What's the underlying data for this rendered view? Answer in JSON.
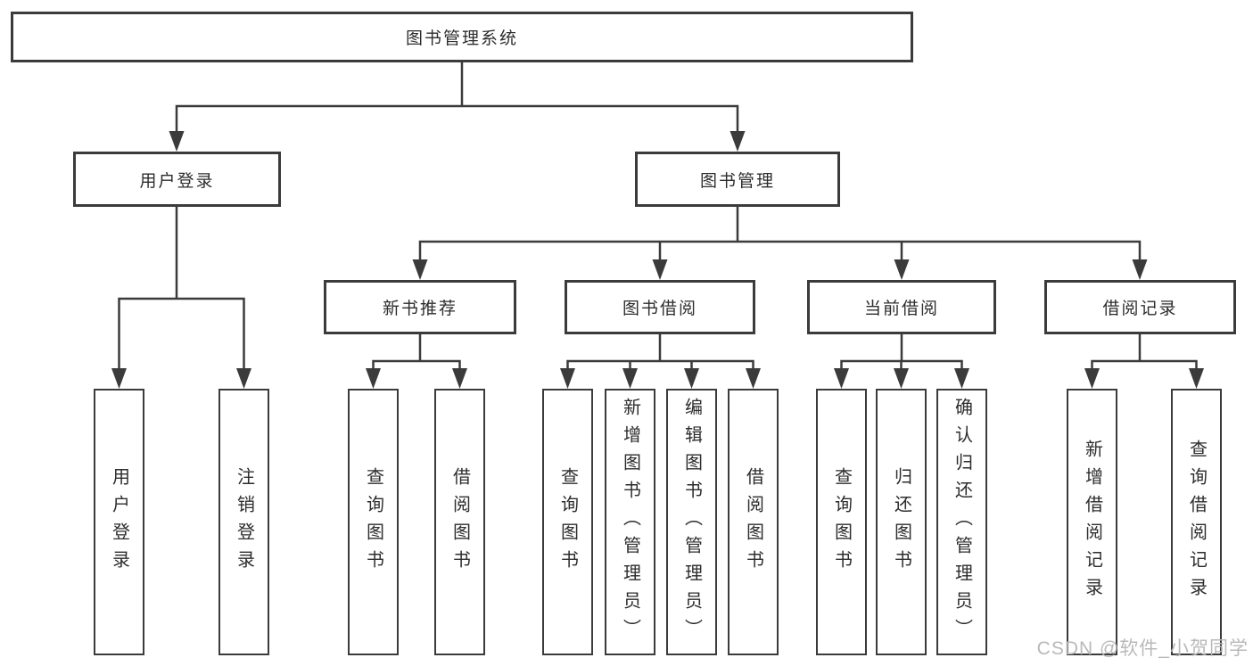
{
  "tree": {
    "root": {
      "label": "图书管理系统"
    },
    "level2": [
      {
        "label": "用户登录"
      },
      {
        "label": "图书管理"
      }
    ],
    "level3": [
      {
        "label": "新书推荐"
      },
      {
        "label": "图书借阅"
      },
      {
        "label": "当前借阅"
      },
      {
        "label": "借阅记录"
      }
    ],
    "leaves": {
      "user_login": [
        "用户登录",
        "注销登录"
      ],
      "new_book": [
        "查询图书",
        "借阅图书"
      ],
      "book_borrow": [
        "查询图书",
        "新增图书（管理员）",
        "编辑图书（管理员）",
        "借阅图书"
      ],
      "current_borrow": [
        "查询图书",
        "归还图书",
        "确认归还（管理员）"
      ],
      "borrow_record": [
        "新增借阅记录",
        "查询借阅记录"
      ]
    }
  },
  "watermark": "CSDN @软件_小贺同学",
  "colors": {
    "line": "#3b3b3b",
    "text": "#2d2d2d",
    "box_bg": "#ffffff",
    "page_bg": "#ffffff",
    "watermark": "#b9b9b9"
  }
}
